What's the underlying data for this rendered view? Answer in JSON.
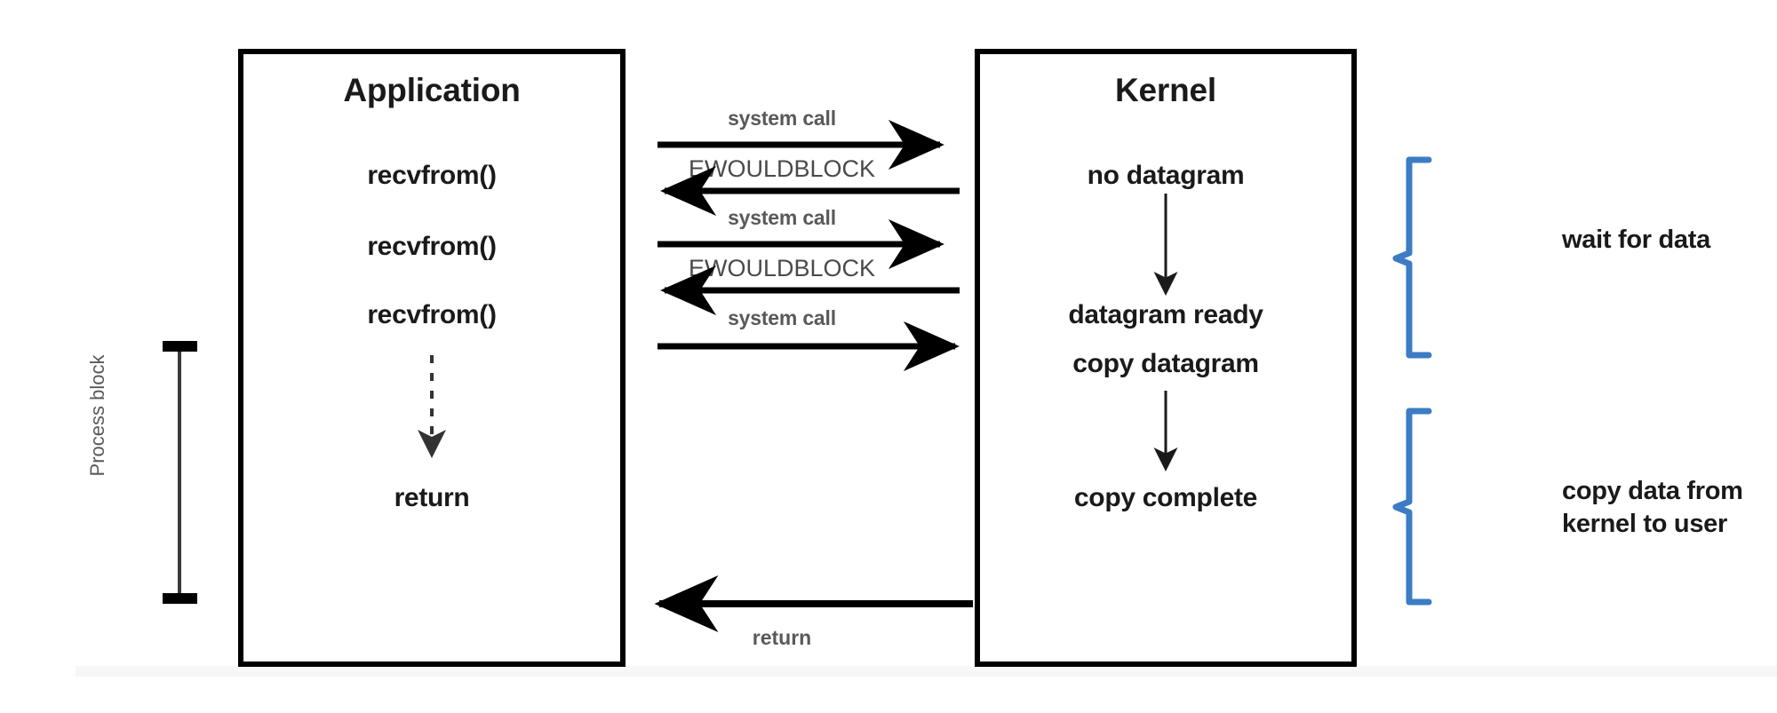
{
  "diagram": {
    "title": "Nonblocking I/O model",
    "colors": {
      "stroke": "#000000",
      "brace": "#3b7cc4",
      "label_gray": "#595959",
      "text": "#1a1a1a",
      "background": "#ffffff"
    }
  },
  "application": {
    "title": "Application",
    "calls": [
      {
        "label": "recvfrom()"
      },
      {
        "label": "recvfrom()"
      },
      {
        "label": "recvfrom()"
      }
    ],
    "return_label": "return"
  },
  "kernel": {
    "title": "Kernel",
    "states": [
      {
        "label": "no datagram"
      },
      {
        "label": "datagram ready"
      },
      {
        "label": "copy datagram"
      },
      {
        "label": "copy complete"
      }
    ]
  },
  "messages": [
    {
      "id": "syscall-1",
      "label": "system call",
      "direction": "right"
    },
    {
      "id": "ewb-1",
      "label": "EWOULDBLOCK",
      "direction": "left"
    },
    {
      "id": "syscall-2",
      "label": "system call",
      "direction": "right"
    },
    {
      "id": "ewb-2",
      "label": "EWOULDBLOCK",
      "direction": "left"
    },
    {
      "id": "syscall-3",
      "label": "system call",
      "direction": "right"
    },
    {
      "id": "return",
      "label": "return",
      "direction": "left"
    }
  ],
  "annotations": {
    "process_block": "Process block",
    "wait_for_data": "wait for data",
    "copy_data": "copy data from\nkernel to user"
  }
}
